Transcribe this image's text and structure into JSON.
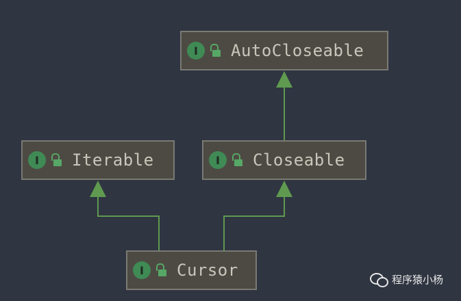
{
  "diagram": {
    "nodes": [
      {
        "id": "autocloseable",
        "label": "AutoCloseable",
        "kind": "interface",
        "badge": "I",
        "icon": "unlocked-padlock-icon"
      },
      {
        "id": "iterable",
        "label": "Iterable",
        "kind": "interface",
        "badge": "I",
        "icon": "unlocked-padlock-icon"
      },
      {
        "id": "closeable",
        "label": "Closeable",
        "kind": "interface",
        "badge": "I",
        "icon": "unlocked-padlock-icon"
      },
      {
        "id": "cursor",
        "label": "Cursor",
        "kind": "interface",
        "badge": "I",
        "icon": "unlocked-padlock-icon"
      }
    ],
    "edges": [
      {
        "from": "closeable",
        "to": "autocloseable",
        "type": "extends"
      },
      {
        "from": "cursor",
        "to": "iterable",
        "type": "extends"
      },
      {
        "from": "cursor",
        "to": "closeable",
        "type": "extends"
      }
    ]
  },
  "colors": {
    "background": "#2f3541",
    "node_fill": "#4d4a43",
    "node_border": "#7a7a73",
    "edge": "#5f9a50",
    "badge": "#3f8a55",
    "label": "#c9c6bb"
  },
  "watermark": {
    "icon": "wechat-icon",
    "text": "程序猿小杨"
  }
}
